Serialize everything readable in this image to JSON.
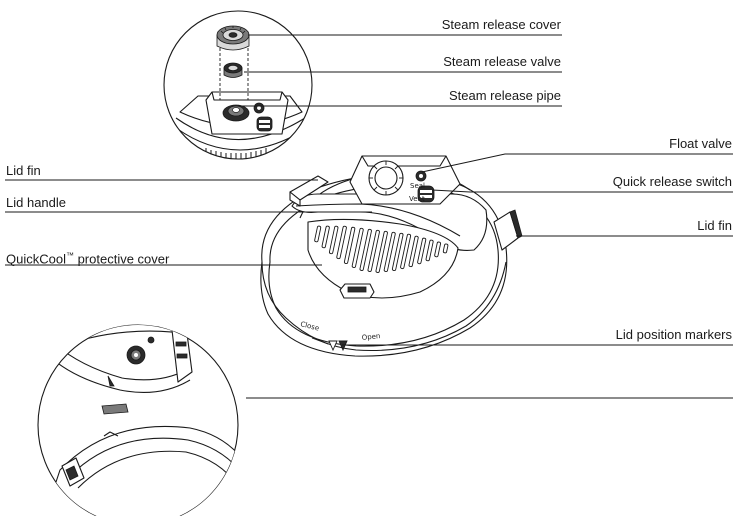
{
  "labels": {
    "steam_release_cover": "Steam release cover",
    "steam_release_valve": "Steam release valve",
    "steam_release_pipe": "Steam release pipe",
    "float_valve": "Float valve",
    "quick_release_switch": "Quick release switch",
    "lid_fin_left": "Lid fin",
    "lid_fin_right": "Lid fin",
    "lid_handle": "Lid handle",
    "quickcool_cover": "QuickCool",
    "quickcool_tm": "™",
    "quickcool_rest": " protective cover",
    "lid_position_markers": "Lid position markers"
  },
  "lid_markings": {
    "close": "Close",
    "open": "Open"
  }
}
